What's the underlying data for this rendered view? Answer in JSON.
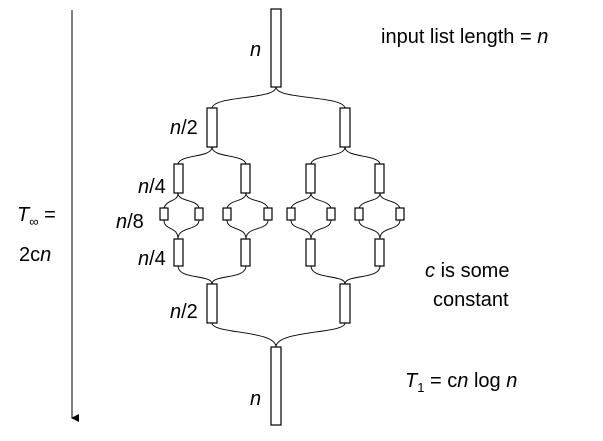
{
  "labels": {
    "n_top": "n",
    "n2_top_var": "n",
    "n2_top_rest": "/2",
    "n4_top_var": "n",
    "n4_top_rest": "/4",
    "n8_var": "n",
    "n8_rest": "/8",
    "n4_bot_var": "n",
    "n4_bot_rest": "/4",
    "n2_bot_var": "n",
    "n2_bot_rest": "/2",
    "n_bottom": "n",
    "input_text": "input list length =",
    "input_var": "n",
    "tinf_T": "T",
    "tinf_sub": "∞",
    "tinf_eq": "=",
    "tinf_val_pre": "2c",
    "tinf_val_var": "n",
    "c_var": "c",
    "c_line1_rest": "is some",
    "c_line2": "constant",
    "t1_T": "T",
    "t1_sub": "1",
    "t1_eq": "= c",
    "t1_var": "n",
    "t1_log": "log",
    "t1_var2": "n"
  }
}
